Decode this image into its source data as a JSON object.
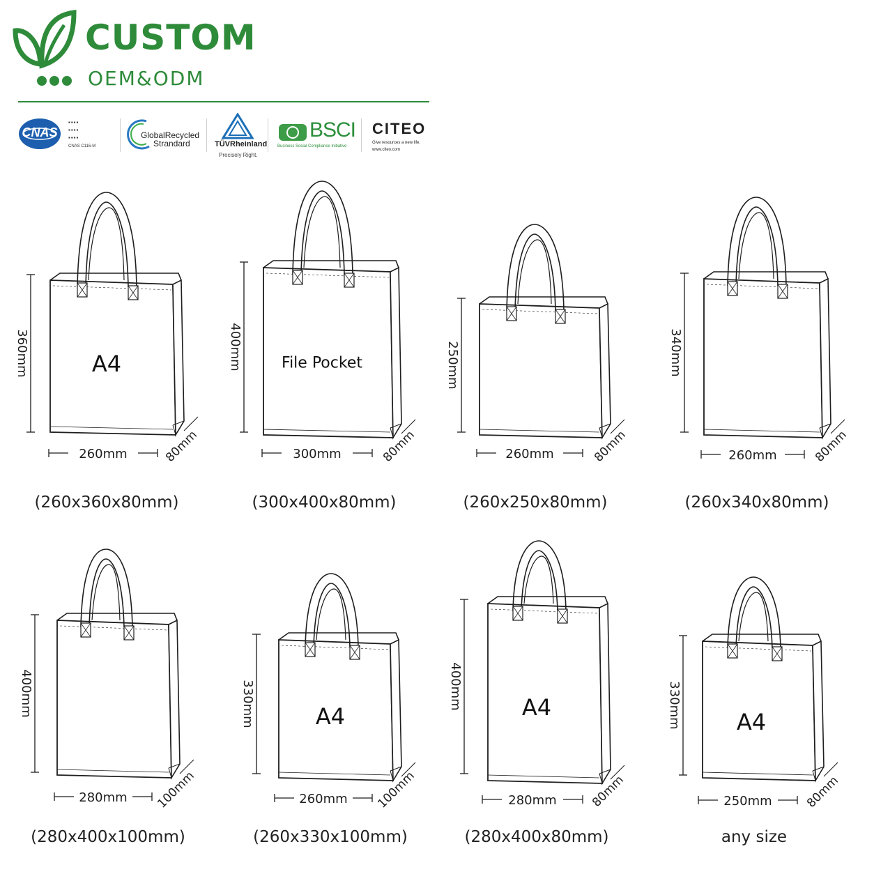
{
  "brand": {
    "title": "CUSTOM",
    "subtitle": "OEM&ODM",
    "color": "#2e8b3a",
    "dark_green": "#1f6d2b",
    "logo_icon": "leaf-logo-icon"
  },
  "certifications": [
    {
      "id": "cnas",
      "logo": "CNAS",
      "line1": "CNAS C116-M"
    },
    {
      "id": "grs",
      "line1": "GlobalRecycled",
      "line2": "Strandard"
    },
    {
      "id": "tuv",
      "line1": "TÜVRheinland",
      "line2": "Precisely Right."
    },
    {
      "id": "bsci",
      "logo": "BSCI",
      "line1": "Business Social Compliance Initiative"
    },
    {
      "id": "citeo",
      "logo": "CITEO",
      "line1": "Give resources a new life.",
      "line2": "www.citeo.com"
    }
  ],
  "bags": [
    {
      "label": "A4",
      "height": "360mm",
      "width": "260mm",
      "depth": "80mm",
      "caption": "(260x360x80mm)"
    },
    {
      "label": "File Pocket",
      "height": "400mm",
      "width": "300mm",
      "depth": "80mm",
      "caption": "(300x400x80mm)"
    },
    {
      "label": "",
      "height": "250mm",
      "width": "260mm",
      "depth": "80mm",
      "caption": "(260x250x80mm)"
    },
    {
      "label": "",
      "height": "340mm",
      "width": "260mm",
      "depth": "80mm",
      "caption": "(260x340x80mm)"
    },
    {
      "label": "",
      "height": "400mm",
      "width": "280mm",
      "depth": "100mm",
      "caption": "(280x400x100mm)"
    },
    {
      "label": "A4",
      "height": "330mm",
      "width": "260mm",
      "depth": "100mm",
      "caption": "(260x330x100mm)"
    },
    {
      "label": "A4",
      "height": "400mm",
      "width": "280mm",
      "depth": "80mm",
      "caption": "(280x400x80mm)"
    },
    {
      "label": "A4",
      "height": "330mm",
      "width": "250mm",
      "depth": "80mm",
      "caption": "any size"
    }
  ]
}
